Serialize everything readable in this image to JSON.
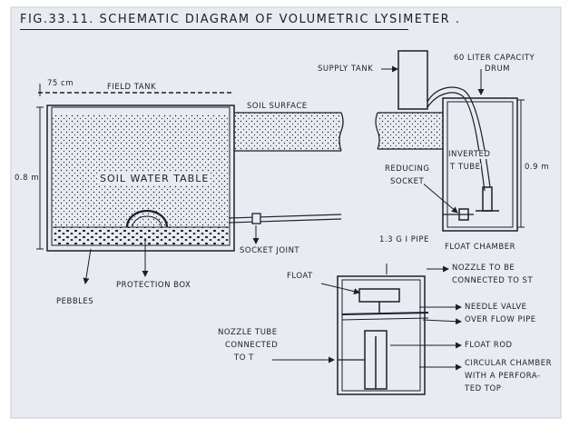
{
  "title": "FIG.33.11. SCHEMATIC DIAGRAM OF VOLUMETRIC LYSIMETER .",
  "labels": {
    "dim_75cm": "75 cm",
    "field_tank": "FIELD TANK",
    "dim_08m": "0.8 m",
    "soil_water_table": "SOIL WATER TABLE",
    "soil_surface": "SOIL SURFACE",
    "supply_tank": "SUPPLY TANK",
    "drum_line1": "60 LITER CAPACITY",
    "drum_line2": "DRUM",
    "inverted_line1": "INVERTED",
    "inverted_line2": "T TUBE",
    "dim_09m": "0.9 m",
    "reducing_line1": "REDUCING",
    "reducing_line2": "SOCKET",
    "pipe": "1.3 G I PIPE",
    "float_chamber": "FLOAT CHAMBER",
    "socket_joint": "SOCKET JOINT",
    "pebbles": "PEBBLES",
    "protection_box": "PROTECTION BOX",
    "float": "FLOAT",
    "nozzle_be_line1": "NOZZLE TO BE",
    "nozzle_be_line2": "CONNECTED TO ST",
    "needle_valve": "NEEDLE VALVE",
    "overflow_pipe": "OVER FLOW PIPE",
    "nozzle_tube_line1": "NOZZLE TUBE",
    "nozzle_tube_line2": "CONNECTED",
    "nozzle_tube_line3": "TO T",
    "float_rod": "FLOAT ROD",
    "circular_line1": "CIRCULAR CHAMBER",
    "circular_line2": "WITH A PERFORA-",
    "circular_line3": "TED TOP"
  },
  "colors": {
    "ink": "#1a1f2e",
    "paper": "#e9ebf0",
    "border": "#c9ccd3"
  }
}
